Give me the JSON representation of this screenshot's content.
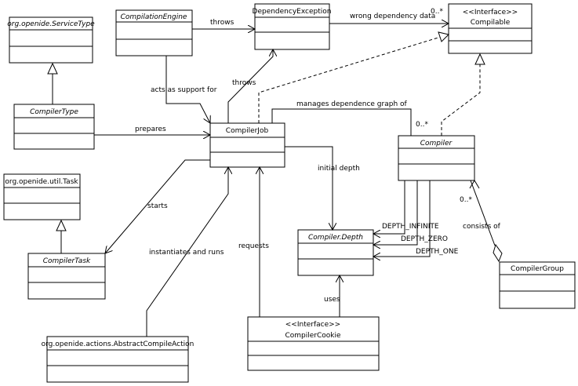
{
  "diagram": {
    "classes": {
      "service_type": {
        "name": "org.openide.ServiceType",
        "italic": true
      },
      "compilation_engine": {
        "name": "CompilationEngine",
        "italic": true
      },
      "dependency_exception": {
        "name": "DependencyException",
        "italic": false
      },
      "compilable": {
        "stereotype": "<<Interface>>",
        "name": "Compilable"
      },
      "compiler_type": {
        "name": "CompilerType",
        "italic": true
      },
      "compiler_job": {
        "name": "CompilerJob",
        "italic": false
      },
      "compiler": {
        "name": "Compiler",
        "italic": true
      },
      "task": {
        "name": "org.openide.util.Task",
        "italic": false
      },
      "compiler_task": {
        "name": "CompilerTask",
        "italic": true
      },
      "compiler_depth": {
        "name": "Compiler.Depth",
        "italic": true
      },
      "compiler_group": {
        "name": "CompilerGroup",
        "italic": false
      },
      "compiler_cookie": {
        "stereotype": "<<Interface>>",
        "name": "CompilerCookie"
      },
      "abstract_compile_action": {
        "name": "org.openide.actions.AbstractCompileAction",
        "italic": false
      }
    },
    "labels": {
      "throws_top": "throws",
      "wrong_dependency_data": "wrong dependency data",
      "multiplicity_compilable": "0..*",
      "acts_as_support_for": "acts as support for",
      "throws_job": "throws",
      "manages_graph": "manages dependence graph of",
      "multiplicity_compiler": "0..*",
      "prepares": "prepares",
      "initial_depth": "initial depth",
      "starts": "starts",
      "depth_infinite": "DEPTH_INFINITE",
      "depth_zero": "DEPTH_ZERO",
      "depth_one": "DEPTH_ONE",
      "multiplicity_group": "0..*",
      "consists_of": "consists of",
      "instantiates_and_runs": "instantiates and runs",
      "requests": "requests",
      "uses": "uses"
    }
  }
}
